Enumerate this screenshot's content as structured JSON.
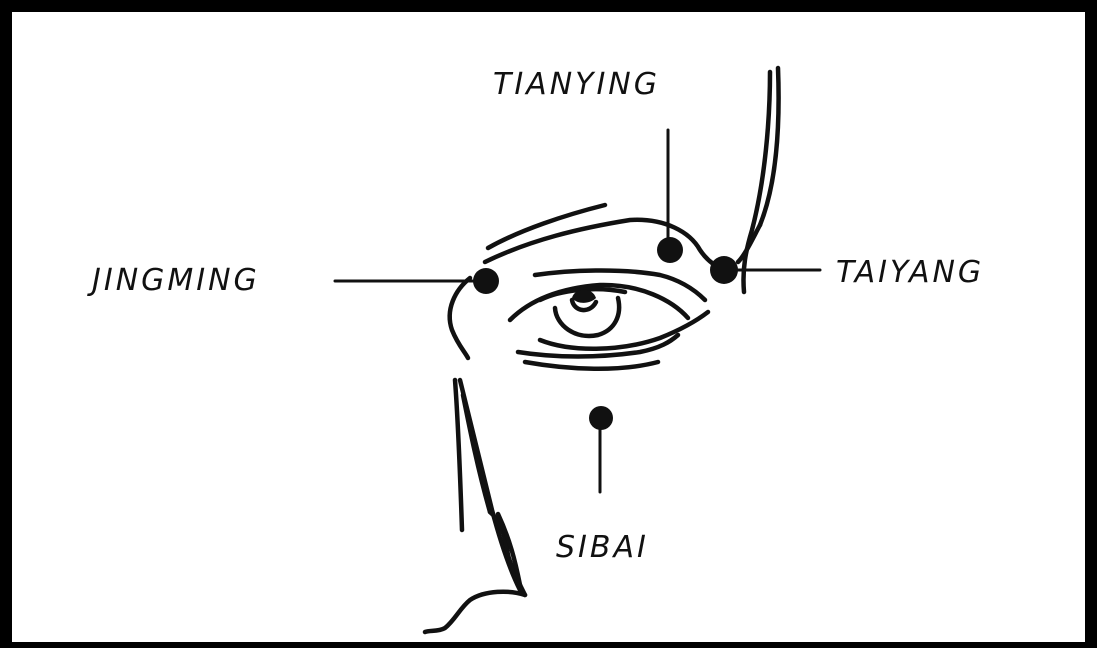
{
  "labels": {
    "tianying": "TIANYING",
    "jingming": "JINGMING",
    "taiyang": "TAIYANG",
    "sibai": "SIBAI"
  }
}
